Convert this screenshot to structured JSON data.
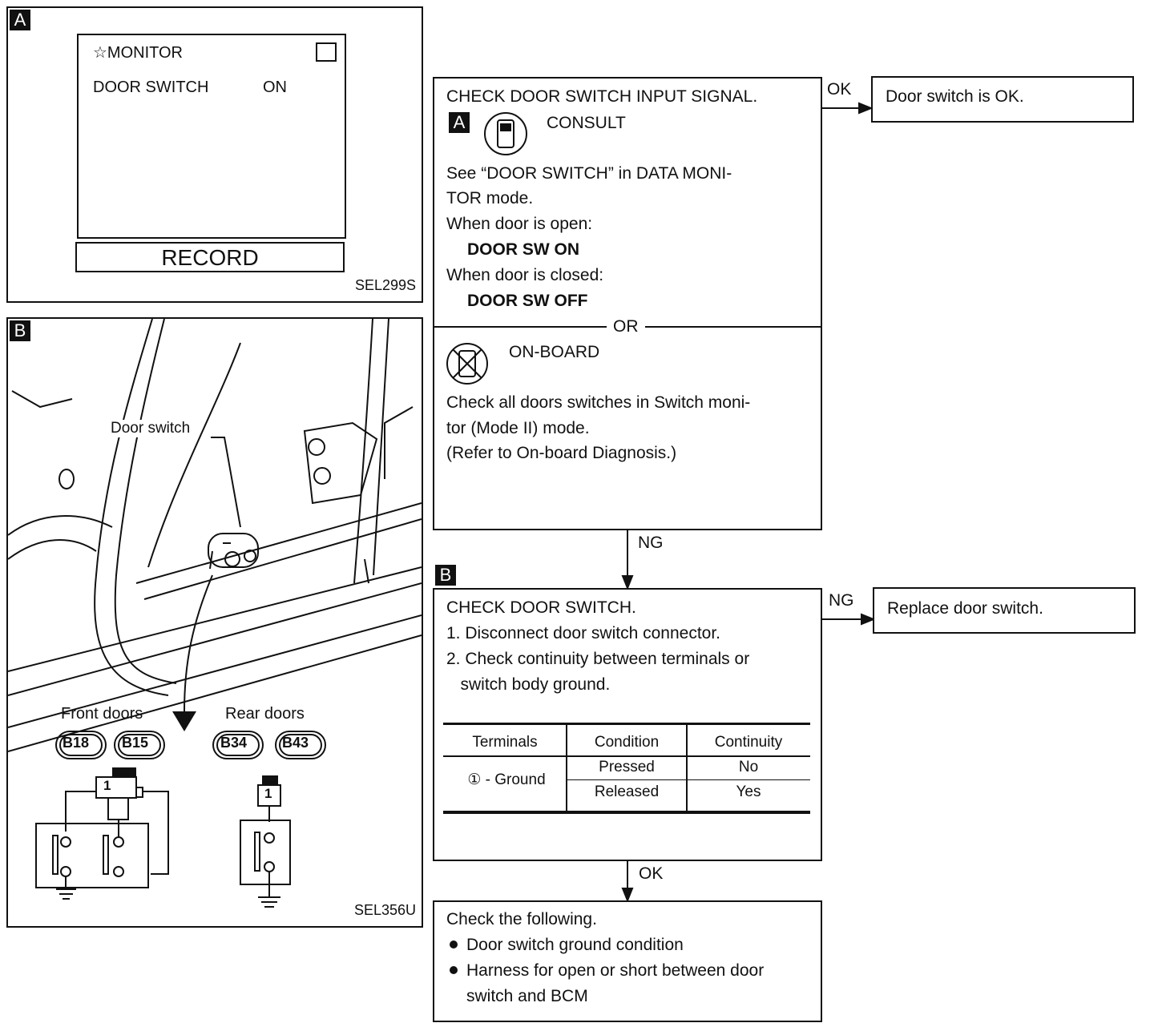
{
  "panel_a": {
    "tag": "A",
    "monitor": "☆MONITOR",
    "row_label": "DOOR SWITCH",
    "row_value": "ON",
    "record": "RECORD",
    "code": "SEL299S"
  },
  "panel_b": {
    "tag": "B",
    "door_switch_label": "Door switch",
    "front_doors": "Front doors",
    "rear_doors": "Rear doors",
    "connectors": [
      "B18",
      "B15",
      "B34",
      "B43"
    ],
    "terminal": "1",
    "code": "SEL356U"
  },
  "step1": {
    "title": "CHECK DOOR SWITCH INPUT SIGNAL.",
    "tag": "A",
    "consult": "CONSULT",
    "lines": [
      "See “DOOR SWITCH” in DATA MONI-",
      "TOR mode.",
      "When door is open:"
    ],
    "open_value": "DOOR SW ON",
    "closed_label": "When door is closed:",
    "closed_value": "DOOR SW OFF",
    "or": "OR",
    "onboard": "ON-BOARD",
    "onboard_lines": [
      "Check all doors switches in Switch moni-",
      "tor (Mode II) mode.",
      "(Refer to On-board Diagnosis.)"
    ]
  },
  "ok1": "OK",
  "result1": "Door switch is OK.",
  "ng1": "NG",
  "step2": {
    "tag": "B",
    "title": "CHECK DOOR SWITCH.",
    "lines": [
      "1. Disconnect door switch connector.",
      "2. Check continuity between terminals or",
      "   switch body ground."
    ],
    "table": {
      "headers": [
        "Terminals",
        "Condition",
        "Continuity"
      ],
      "terminal": "① - Ground",
      "rows": [
        [
          "Pressed",
          "No"
        ],
        [
          "Released",
          "Yes"
        ]
      ]
    }
  },
  "ng2": "NG",
  "result2": "Replace door switch.",
  "ok2": "OK",
  "step3": {
    "title": "Check the following.",
    "bullets": [
      "Door switch ground condition",
      "Harness for open or short between door",
      "switch and BCM"
    ]
  }
}
